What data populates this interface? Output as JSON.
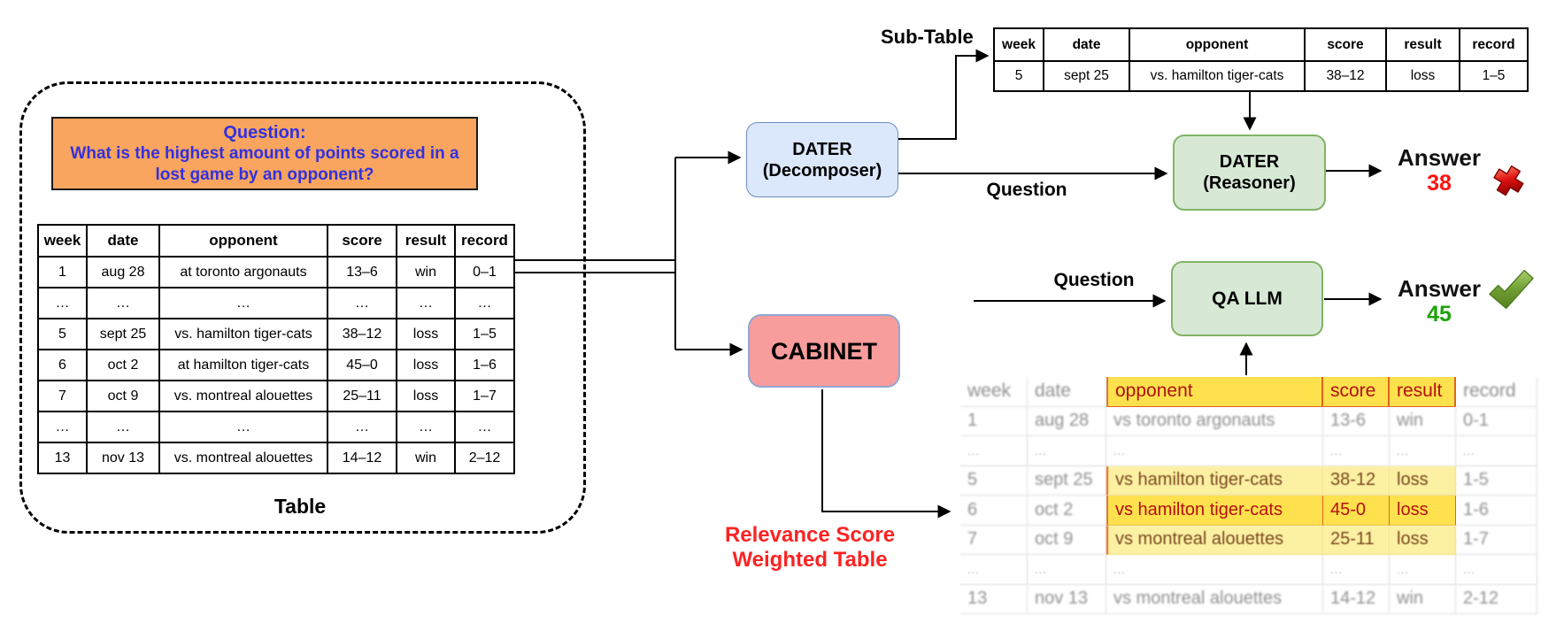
{
  "colors": {
    "question_box_bg": "#f9a55f",
    "question_text": "#3231de",
    "decomposer_bg": "#dbe8fc",
    "decomposer_border": "#6c8ebf",
    "reasoner_bg": "#d7e9d5",
    "reasoner_border": "#82b366",
    "cabinet_bg": "#f89c9c",
    "highlight_strong": "#ffe14d",
    "highlight_light": "#fcf0a2",
    "highlight_text_red": "#b51111",
    "highlight_text_brown": "#7a4a22",
    "answer_wrong": "#ff1111",
    "answer_right": "#1fa30a",
    "relevance_text": "#fb2323"
  },
  "left_panel": {
    "question": {
      "title": "Question:",
      "text": "What is the highest amount of points scored in a lost game by an opponent?"
    },
    "table_caption": "Table",
    "table": {
      "headers": [
        "week",
        "date",
        "opponent",
        "score",
        "result",
        "record"
      ],
      "rows": [
        [
          "1",
          "aug 28",
          "at toronto argonauts",
          "13–6",
          "win",
          "0–1"
        ],
        [
          "…",
          "…",
          "…",
          "…",
          "…",
          "…"
        ],
        [
          "5",
          "sept 25",
          "vs. hamilton tiger-cats",
          "38–12",
          "loss",
          "1–5"
        ],
        [
          "6",
          "oct 2",
          "at hamilton tiger-cats",
          "45–0",
          "loss",
          "1–6"
        ],
        [
          "7",
          "oct 9",
          "vs. montreal alouettes",
          "25–11",
          "loss",
          "1–7"
        ],
        [
          "…",
          "…",
          "…",
          "…",
          "…",
          "…"
        ],
        [
          "13",
          "nov 13",
          "vs. montreal alouettes",
          "14–12",
          "win",
          "2–12"
        ]
      ]
    }
  },
  "sub_table": {
    "label": "Sub-Table",
    "headers": [
      "week",
      "date",
      "opponent",
      "score",
      "result",
      "record"
    ],
    "rows": [
      [
        "5",
        "sept 25",
        "vs. hamilton tiger-cats",
        "38–12",
        "loss",
        "1–5"
      ]
    ]
  },
  "pipeline": {
    "decomposer": {
      "title": "DATER",
      "subtitle": "(Decomposer)"
    },
    "reasoner": {
      "title": "DATER",
      "subtitle": "(Reasoner)"
    },
    "qa_llm": {
      "title": "QA LLM"
    },
    "cabinet": {
      "title": "CABINET"
    },
    "question_label_top": "Question",
    "question_label_bottom": "Question",
    "answer_top": {
      "label": "Answer",
      "value": "38",
      "status": "incorrect"
    },
    "answer_bottom": {
      "label": "Answer",
      "value": "45",
      "status": "correct"
    },
    "relevance_label": {
      "line1": "Relevance Score",
      "line2": "Weighted Table"
    }
  },
  "weighted_table": {
    "headers": [
      "week",
      "date",
      "opponent",
      "score",
      "result",
      "record"
    ],
    "highlight_columns": [
      2,
      3,
      4
    ],
    "header_highlight": true,
    "default_cell_class": "dim",
    "rows": [
      {
        "cells": [
          "1",
          "aug 28",
          "vs toronto argonauts",
          "13-6",
          "win",
          "0-1"
        ],
        "highlight": "none"
      },
      {
        "cells": [
          "...",
          "...",
          "...",
          "...",
          "...",
          "..."
        ],
        "highlight": "none"
      },
      {
        "cells": [
          "5",
          "sept 25",
          "vs hamilton tiger-cats",
          "38-12",
          "loss",
          "1-5"
        ],
        "highlight": "light"
      },
      {
        "cells": [
          "6",
          "oct 2",
          "vs hamilton tiger-cats",
          "45-0",
          "loss",
          "1-6"
        ],
        "highlight": "strong"
      },
      {
        "cells": [
          "7",
          "oct 9",
          "vs montreal alouettes",
          "25-11",
          "loss",
          "1-7"
        ],
        "highlight": "light"
      },
      {
        "cells": [
          "...",
          "...",
          "...",
          "...",
          "...",
          "..."
        ],
        "highlight": "none"
      },
      {
        "cells": [
          "13",
          "nov 13",
          "vs montreal alouettes",
          "14-12",
          "win",
          "2-12"
        ],
        "highlight": "none"
      }
    ]
  }
}
